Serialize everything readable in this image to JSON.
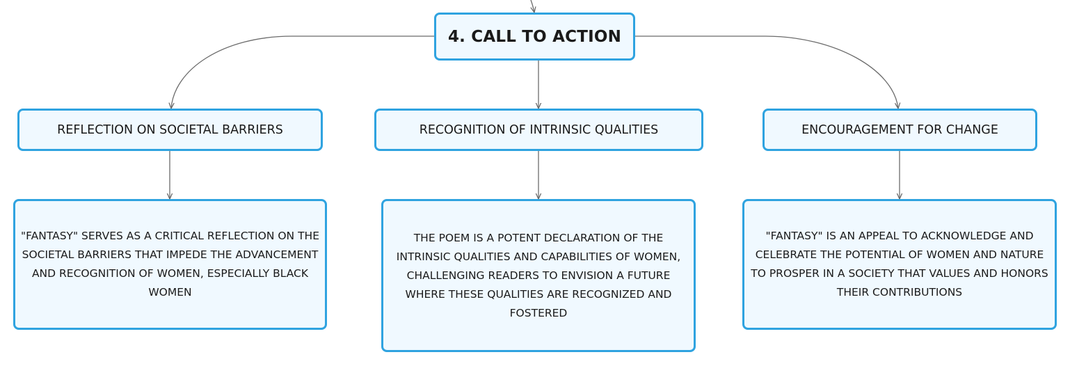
{
  "root": {
    "label": "4. CALL TO ACTION"
  },
  "topics": [
    {
      "label": "REFLECTION ON SOCIETAL BARRIERS",
      "detail": "\"FANTASY\" SERVES AS A CRITICAL REFLECTION ON THE SOCIETAL BARRIERS THAT IMPEDE THE ADVANCEMENT AND RECOGNITION OF WOMEN, ESPECIALLY BLACK WOMEN"
    },
    {
      "label": "RECOGNITION OF INTRINSIC QUALITIES",
      "detail": "THE POEM IS A POTENT DECLARATION OF THE INTRINSIC QUALITIES AND CAPABILITIES OF WOMEN, CHALLENGING READERS TO ENVISION A FUTURE WHERE THESE QUALITIES ARE RECOGNIZED AND FOSTERED"
    },
    {
      "label": "ENCOURAGEMENT FOR CHANGE",
      "detail": "\"FANTASY\" IS AN APPEAL TO ACKNOWLEDGE AND CELEBRATE THE POTENTIAL OF WOMEN AND NATURE TO PROSPER IN A SOCIETY THAT VALUES AND HONORS THEIR CONTRIBUTIONS"
    }
  ],
  "colors": {
    "node_border": "#2fa3e0",
    "node_fill": "#f0f9ff",
    "connector": "#6b6b6b",
    "text": "#1a1a1a"
  }
}
